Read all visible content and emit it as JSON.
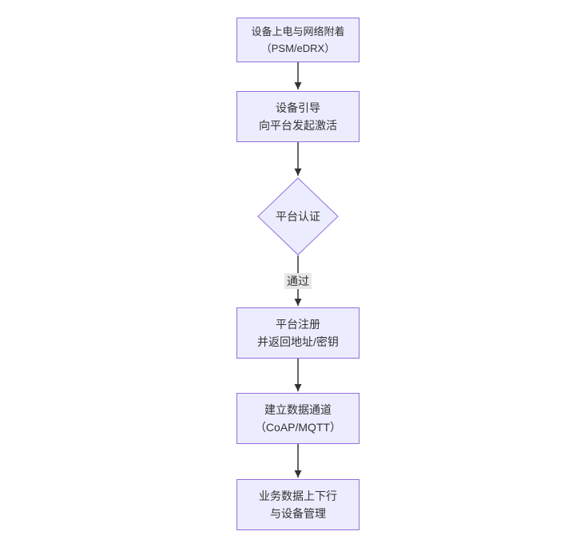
{
  "diagram": {
    "type": "flowchart",
    "direction": "top-down",
    "nodes": [
      {
        "id": "power-attach",
        "shape": "rect",
        "lines": [
          "设备上电与网络附着",
          "（PSM/eDRX）"
        ]
      },
      {
        "id": "boot-activate",
        "shape": "rect",
        "lines": [
          "设备引导",
          "向平台发起激活"
        ]
      },
      {
        "id": "platform-auth",
        "shape": "diamond",
        "label": "平台认证"
      },
      {
        "id": "platform-register",
        "shape": "rect",
        "lines": [
          "平台注册",
          "并返回地址/密钥"
        ]
      },
      {
        "id": "data-channel",
        "shape": "rect",
        "lines": [
          "建立数据通道",
          "（CoAP/MQTT）"
        ]
      },
      {
        "id": "business-data",
        "shape": "rect",
        "lines": [
          "业务数据上下行",
          "与设备管理"
        ]
      }
    ],
    "edge_labels": [
      {
        "id": "auth-pass",
        "text": "通过"
      }
    ],
    "colors": {
      "node_fill": "#ECECFF",
      "node_border": "#9370DB",
      "text": "#333333",
      "edge": "#333333",
      "edge_label_bg": "#e8e8e8",
      "canvas_bg": "#ffffff"
    }
  }
}
